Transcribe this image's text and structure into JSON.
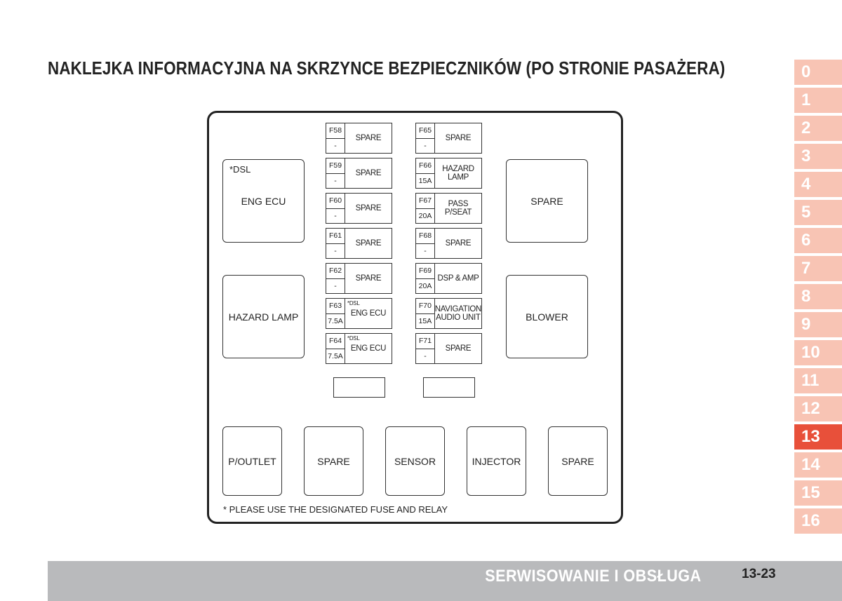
{
  "title": "NAKLEJKA INFORMACYJNA NA SKRZYNCE BEZPIECZNIKÓW (PO STRONIE PASAŻERA)",
  "relays": {
    "eng_ecu": {
      "note": "*DSL",
      "label": "ENG ECU"
    },
    "hazard": "HAZARD LAMP",
    "spare_right": "SPARE",
    "blower": "BLOWER",
    "bottom": [
      "P/OUTLET",
      "SPARE",
      "SENSOR",
      "INJECTOR",
      "SPARE"
    ]
  },
  "fuses_left": [
    {
      "id": "F58",
      "amp": "-",
      "name": "SPARE"
    },
    {
      "id": "F59",
      "amp": "-",
      "name": "SPARE"
    },
    {
      "id": "F60",
      "amp": "-",
      "name": "SPARE"
    },
    {
      "id": "F61",
      "amp": "-",
      "name": "SPARE"
    },
    {
      "id": "F62",
      "amp": "-",
      "name": "SPARE"
    },
    {
      "id": "F63",
      "amp": "7.5A",
      "name": "ENG ECU",
      "note": "*DSL"
    },
    {
      "id": "F64",
      "amp": "7.5A",
      "name": "ENG ECU",
      "note": "*DSL"
    }
  ],
  "fuses_right": [
    {
      "id": "F65",
      "amp": "-",
      "name": "SPARE"
    },
    {
      "id": "F66",
      "amp": "15A",
      "name": "HAZARD LAMP"
    },
    {
      "id": "F67",
      "amp": "20A",
      "name": "PASS P/SEAT"
    },
    {
      "id": "F68",
      "amp": "-",
      "name": "SPARE"
    },
    {
      "id": "F69",
      "amp": "20A",
      "name": "DSP & AMP"
    },
    {
      "id": "F70",
      "amp": "15A",
      "name": "NAVIGATION",
      "name2": "AUDIO UNIT"
    },
    {
      "id": "F71",
      "amp": "-",
      "name": "SPARE"
    }
  ],
  "footnote": "* PLEASE USE THE DESIGNATED FUSE AND RELAY",
  "tabs": [
    "0",
    "1",
    "2",
    "3",
    "4",
    "5",
    "6",
    "7",
    "8",
    "9",
    "10",
    "11",
    "12",
    "13",
    "14",
    "15",
    "16"
  ],
  "active_tab": "13",
  "colors": {
    "tab": "#f8c4b4",
    "tab_active": "#e8503a",
    "footer": "#b9babc"
  },
  "footer": {
    "section": "SERWISOWANIE I OBSŁUGA",
    "page": "13-23"
  }
}
